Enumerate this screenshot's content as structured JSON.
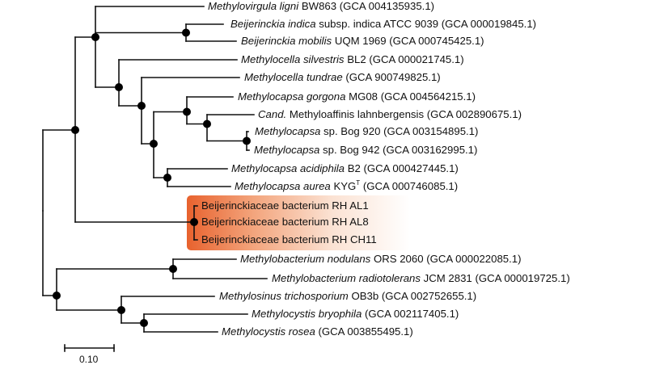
{
  "tree": {
    "taxa": [
      {
        "name": "Methylovirgula ligni",
        "italic": true,
        "strain": "BW863",
        "accession": "(GCA 004135935.1)"
      },
      {
        "name": "Beijerinckia indica",
        "italic": true,
        "strain": "subsp. indica ATCC 9039",
        "accession": "(GCA 000019845.1)"
      },
      {
        "name": "Beijerinckia mobilis",
        "italic": true,
        "strain": "UQM 1969",
        "accession": "(GCA 000745425.1)"
      },
      {
        "name": "Methylocella silvestris",
        "italic": true,
        "strain": "BL2",
        "accession": "(GCA 000021745.1)"
      },
      {
        "name": "Methylocella tundrae",
        "italic": true,
        "strain": "",
        "accession": "(GCA 900749825.1)"
      },
      {
        "name": "Methylocapsa gorgona",
        "italic": true,
        "strain": "MG08",
        "accession": "(GCA 004564215.1)"
      },
      {
        "name": "Cand.",
        "italic": true,
        "strain": "Methyloaffinis lahnbergensis",
        "accession": "(GCA 002890675.1)"
      },
      {
        "name": "Methylocapsa",
        "italic": true,
        "strain": "sp. Bog 920",
        "accession": "(GCA 003154895.1)"
      },
      {
        "name": "Methylocapsa",
        "italic": true,
        "strain": "sp. Bog 942",
        "accession": "(GCA 003162995.1)"
      },
      {
        "name": "Methylocapsa acidiphila",
        "italic": true,
        "strain": "B2",
        "accession": "(GCA 000427445.1)"
      },
      {
        "name": "Methylocapsa aurea",
        "italic": true,
        "strain": "KYG",
        "sup": "T",
        "accession": "(GCA 000746085.1)"
      },
      {
        "name": "Beijerinckiaceae bacterium RH AL1",
        "italic": false,
        "strain": "",
        "accession": "",
        "highlight": true
      },
      {
        "name": "Beijerinckiaceae bacterium RH AL8",
        "italic": false,
        "strain": "",
        "accession": "",
        "highlight": true
      },
      {
        "name": "Beijerinckiaceae bacterium RH CH11",
        "italic": false,
        "strain": "",
        "accession": "",
        "highlight": true
      },
      {
        "name": "Methylobacterium nodulans",
        "italic": true,
        "strain": "ORS 2060",
        "accession": "(GCA 000022085.1)"
      },
      {
        "name": "Methylobacterium radiotolerans",
        "italic": true,
        "strain": "JCM 2831",
        "accession": "(GCA 000019725.1)"
      },
      {
        "name": "Methylosinus trichosporium",
        "italic": true,
        "strain": "OB3b",
        "accession": "(GCA 002752655.1)"
      },
      {
        "name": "Methylocystis bryophila",
        "italic": true,
        "strain": "",
        "accession": "(GCA 002117405.1)"
      },
      {
        "name": "Methylocystis rosea",
        "italic": true,
        "strain": "",
        "accession": "(GCA 003855495.1)"
      }
    ],
    "scale_bar_label": "0.10",
    "colors": {
      "branch": "#111111",
      "node": "#000000",
      "highlight_start": "#e8622e",
      "highlight_end": "#ffffff"
    }
  }
}
